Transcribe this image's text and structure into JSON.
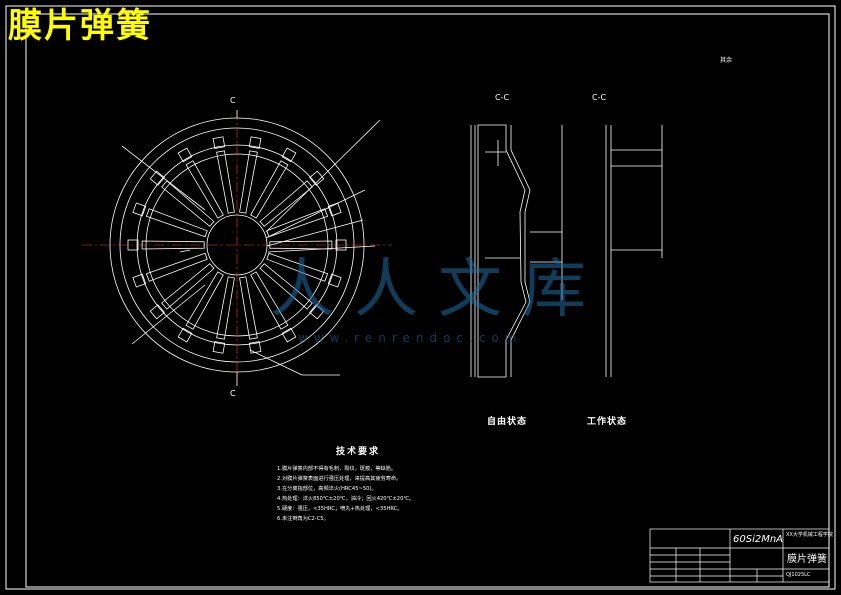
{
  "title_overlay": "膜片弹簧",
  "section_mark": "C",
  "section_view_labels": [
    "C-C",
    "C-C"
  ],
  "roughness_note": "其余",
  "state_labels": {
    "free": "自由状态",
    "work": "工作状态"
  },
  "tech_requirements": {
    "heading": "技术要求",
    "items": [
      "1.膜片弹簧内部不得有毛刺，裂纹，斑痕，等缺陷。",
      "2.对膜片弹簧表面进行强压处理，来提高其疲劳寿命。",
      "3.在分离指部位，高频淬火(HRC45~50)。",
      "4.热处理：淬火850℃±20℃，油冷；回火420℃±20℃。",
      "5.硬度：强压，<35HRC；喷丸+热处理，<35HRC。",
      "6.未注倒角为C2-C5。"
    ]
  },
  "title_block": {
    "material": "60Si2MnA",
    "part_name": "膜片弹簧",
    "school": "XX大学机械工程学院",
    "drawing_no": "QJ1025LC"
  },
  "watermark": {
    "text": "人人文库",
    "url": "www.renrendoc.com"
  }
}
